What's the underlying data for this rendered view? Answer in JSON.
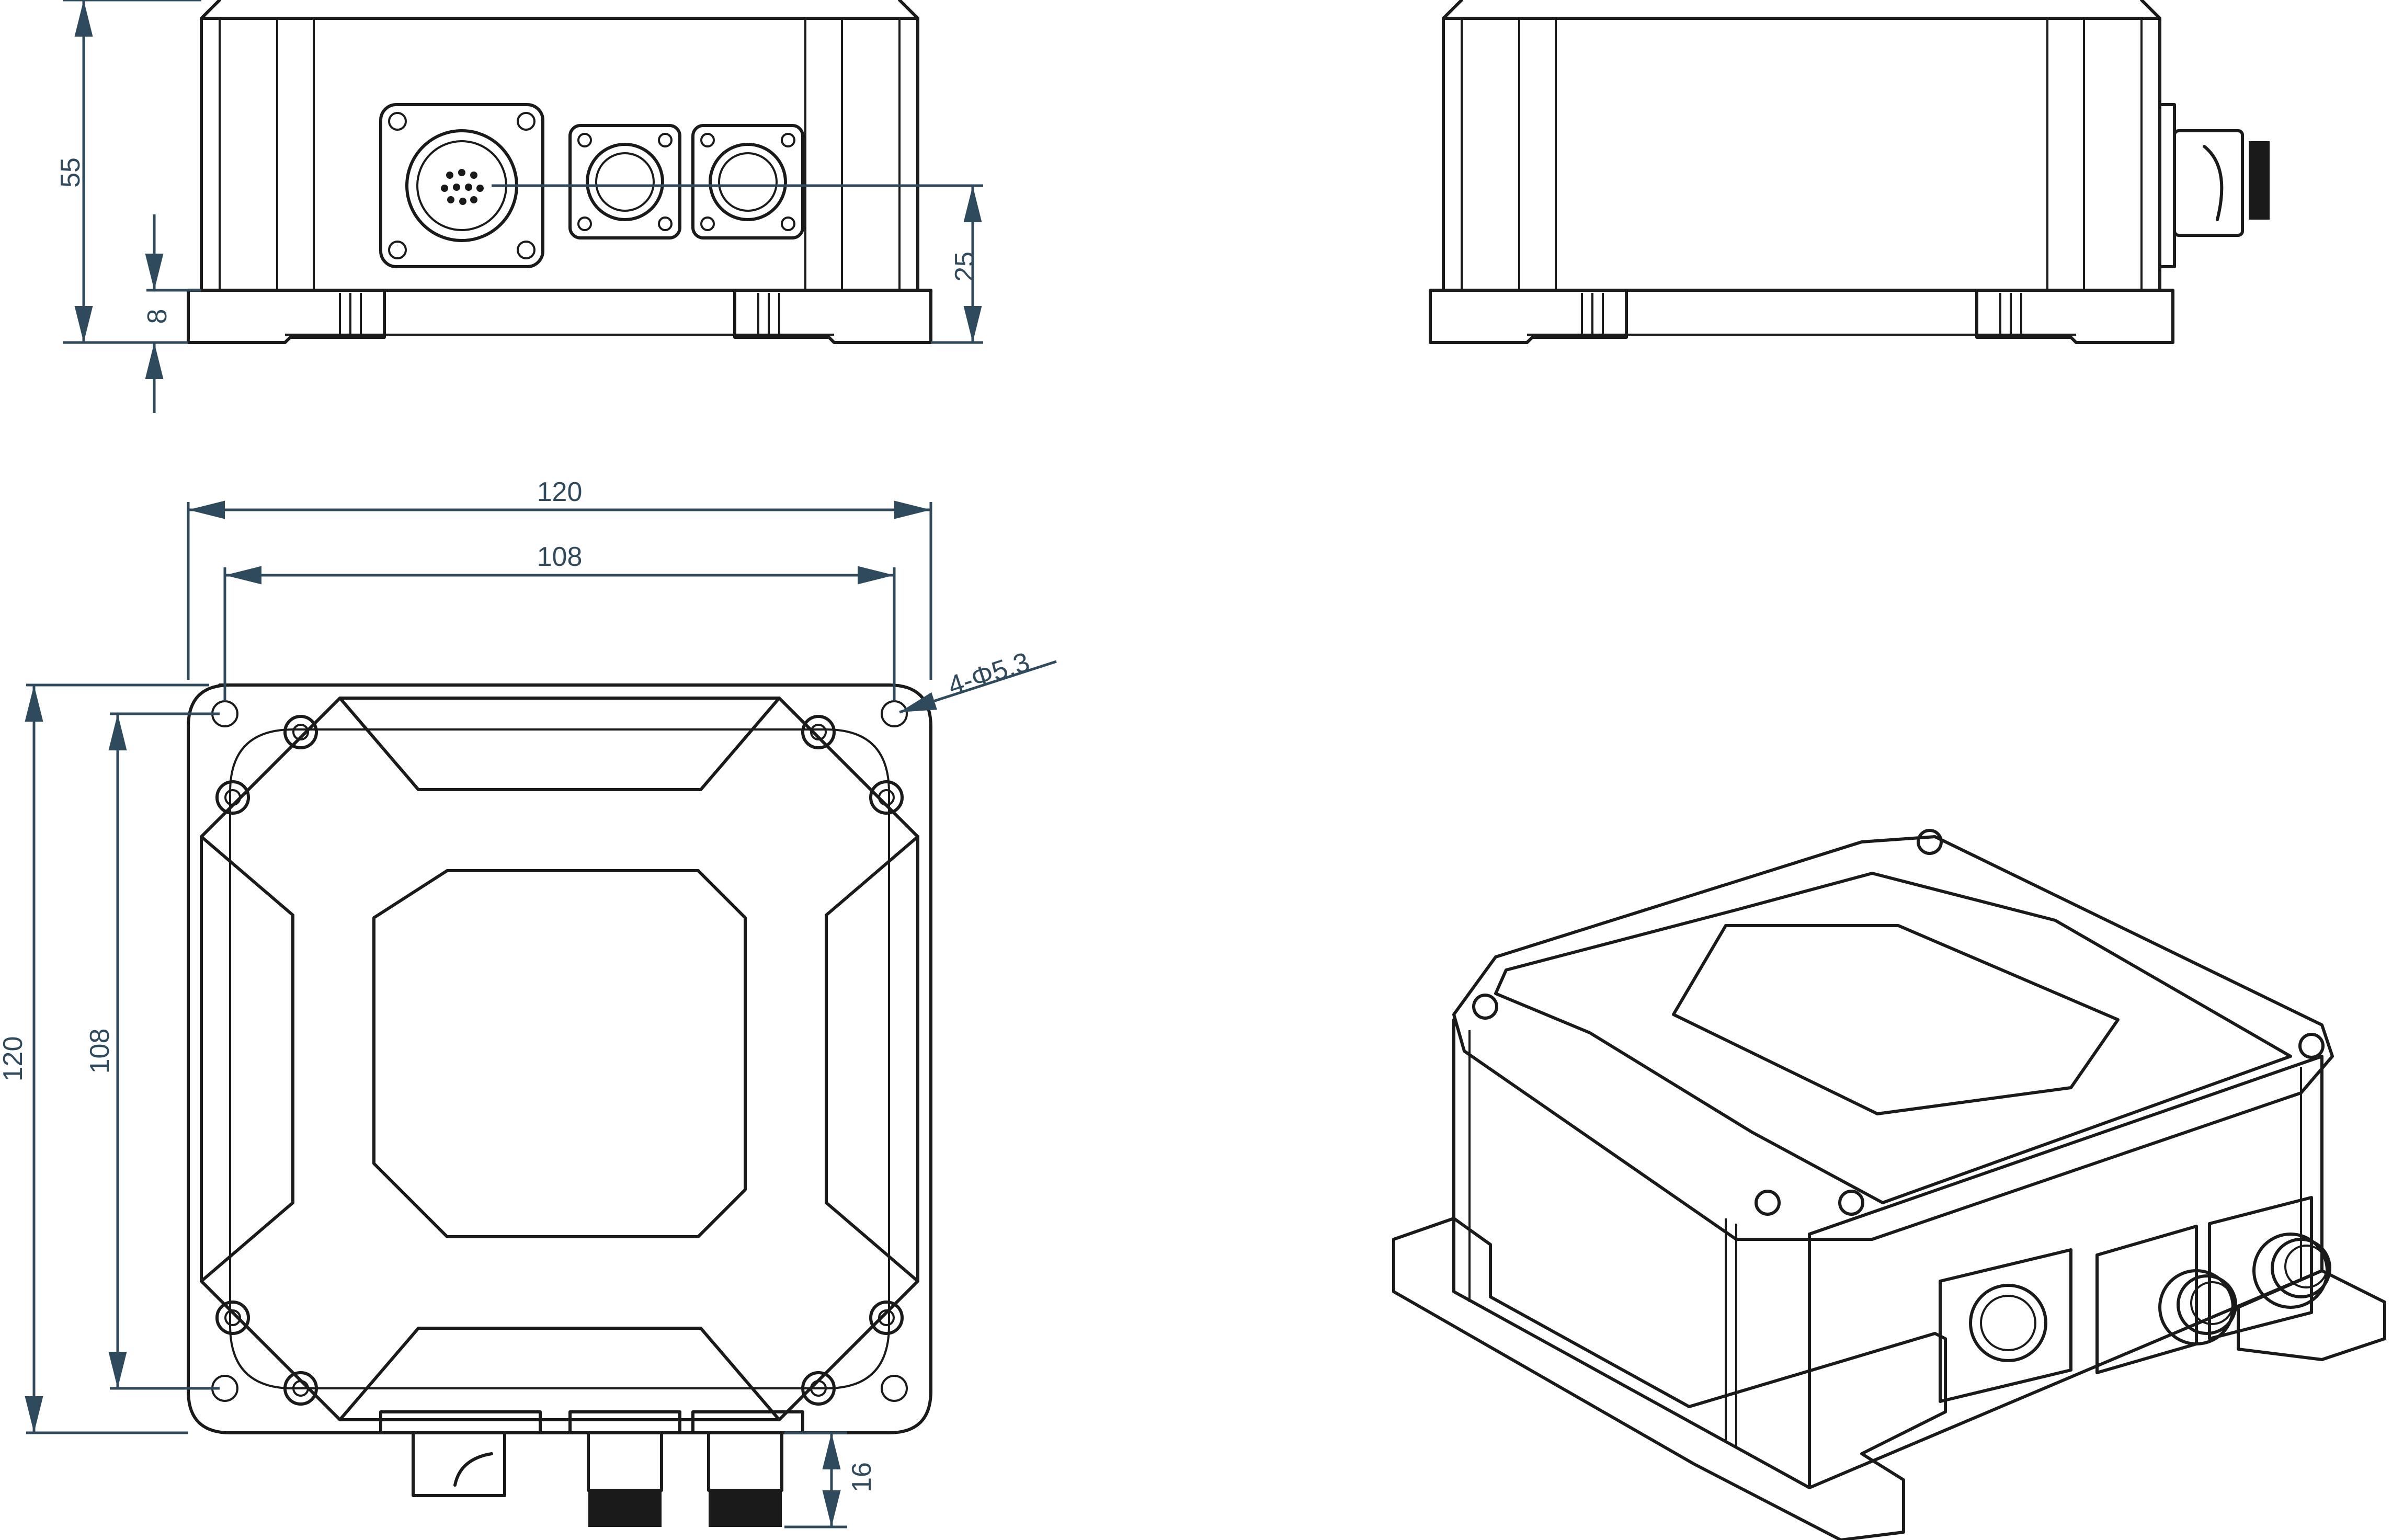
{
  "dimensions": {
    "front_height": "55",
    "front_base": "8",
    "front_connector": "25",
    "top_width_outer": "120",
    "top_width_holes": "108",
    "top_height_outer": "120",
    "top_height_holes": "108",
    "hole_callout": "4-Φ5.3",
    "connector_length": "16"
  },
  "colors": {
    "line": "#1a1a1a",
    "dimension": "#2e4a5c",
    "background": "#ffffff"
  }
}
